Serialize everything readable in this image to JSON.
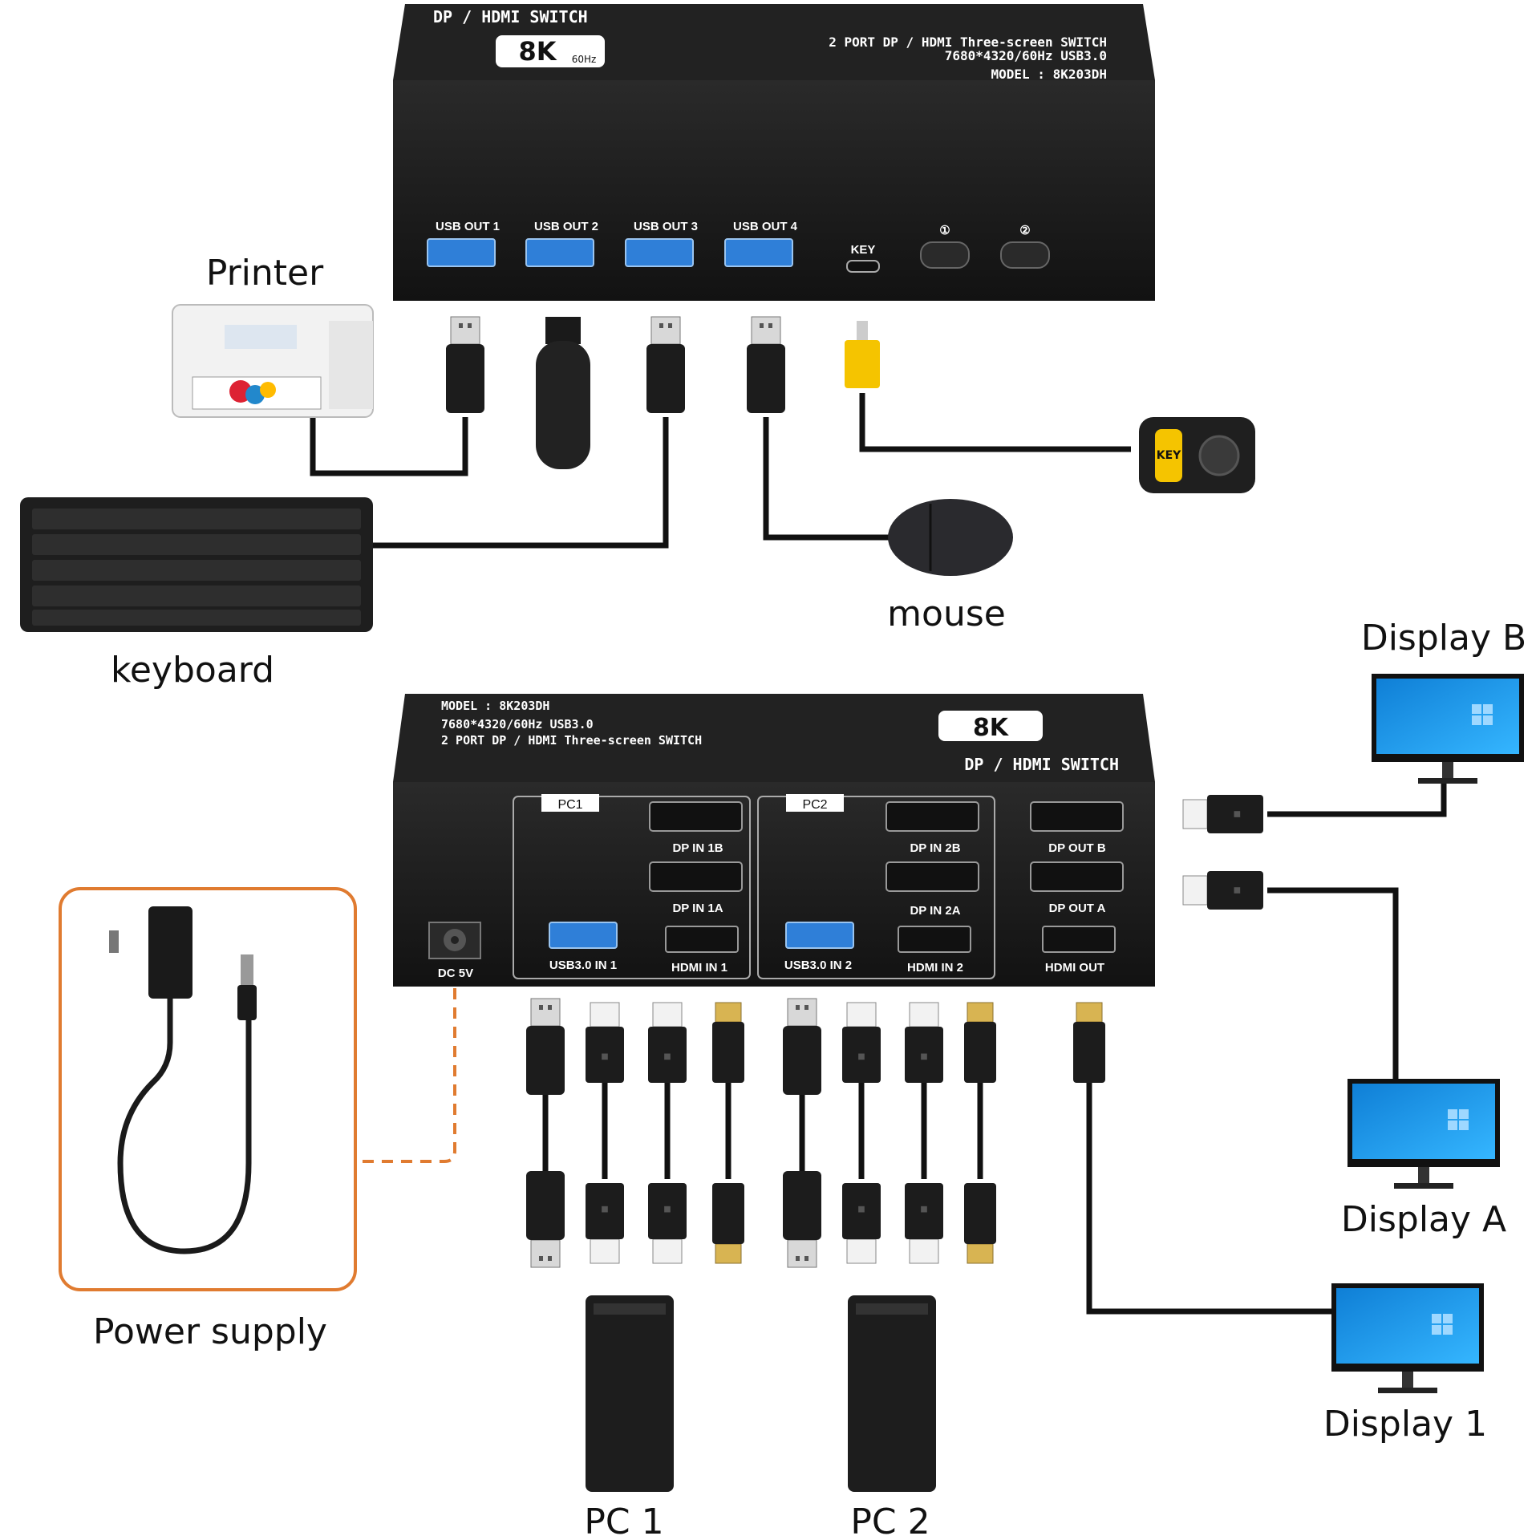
{
  "top_unit": {
    "header": "DP / HDMI SWITCH",
    "badge_main": "8K",
    "badge_sub": "60Hz",
    "line1": "2 PORT DP / HDMI Three-screen SWITCH",
    "line2": "7680*4320/60Hz  USB3.0",
    "line3": "MODEL : 8K203DH",
    "usb_ports": [
      "USB OUT 1",
      "USB OUT 2",
      "USB OUT 3",
      "USB OUT 4"
    ],
    "key_port": "KEY",
    "button1": "①",
    "button2": "②"
  },
  "bottom_unit": {
    "group1": "PC1",
    "group2": "PC2",
    "ports_pc1": [
      "DP IN 1B",
      "DP IN 1A",
      "USB3.0 IN 1",
      "HDMI IN 1"
    ],
    "ports_pc2": [
      "DP IN 2B",
      "DP IN 2A",
      "USB3.0 IN 2",
      "HDMI IN 2"
    ],
    "outputs": [
      "DP OUT B",
      "DP OUT A",
      "HDMI OUT"
    ],
    "power_port": "DC 5V"
  },
  "peripherals": {
    "printer": "Printer",
    "keyboard": "keyboard",
    "mouse": "mouse",
    "key_remote": "KEY",
    "power_supply": "Power supply"
  },
  "displays": {
    "b": "Display B",
    "a": "Display A",
    "one": "Display 1"
  },
  "pcs": {
    "pc1": "PC 1",
    "pc2": "PC 2"
  },
  "colors": {
    "device": "#1b1b1b",
    "usb_blue": "#2f7fd8",
    "screen_blue": "#1c9ff0",
    "power_frame": "#e07b30",
    "key_yellow": "#f5c400",
    "cable": "#111111"
  }
}
